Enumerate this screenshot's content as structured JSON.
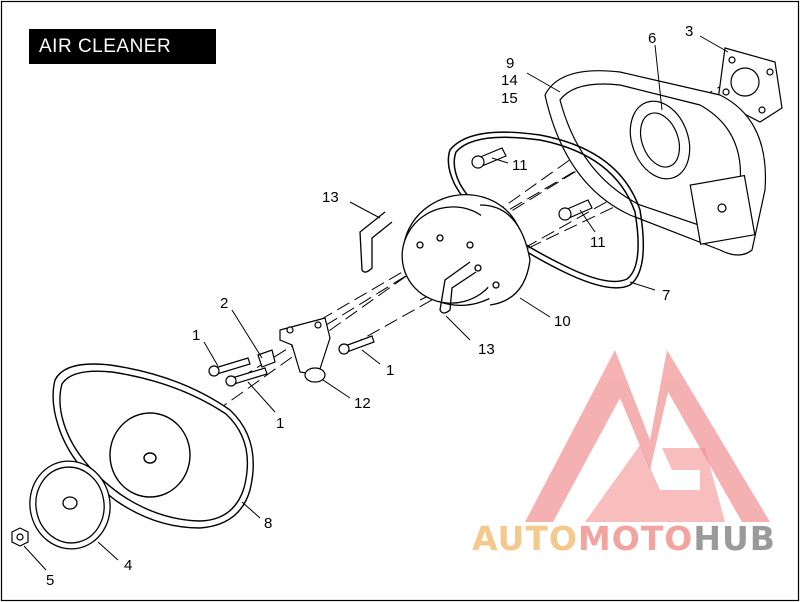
{
  "title": "AIR CLEANER",
  "callouts": {
    "c9": "9",
    "c14": "14",
    "c15": "15",
    "c6": "6",
    "c3": "3",
    "c11a": "11",
    "c11b": "11",
    "c13a": "13",
    "c13b": "13",
    "c7": "7",
    "c10": "10",
    "c2": "2",
    "c1a": "1",
    "c1b": "1",
    "c1c": "1",
    "c12": "12",
    "c8": "8",
    "c4": "4",
    "c5": "5"
  },
  "watermark": {
    "part1": "AUTO",
    "part2": "MOTO",
    "part3": "HUB",
    "colors": {
      "auto": "#f3c98e",
      "moto": "#f2a4a0",
      "hub": "#9a9a9a",
      "logo": "#f07d7d"
    }
  }
}
